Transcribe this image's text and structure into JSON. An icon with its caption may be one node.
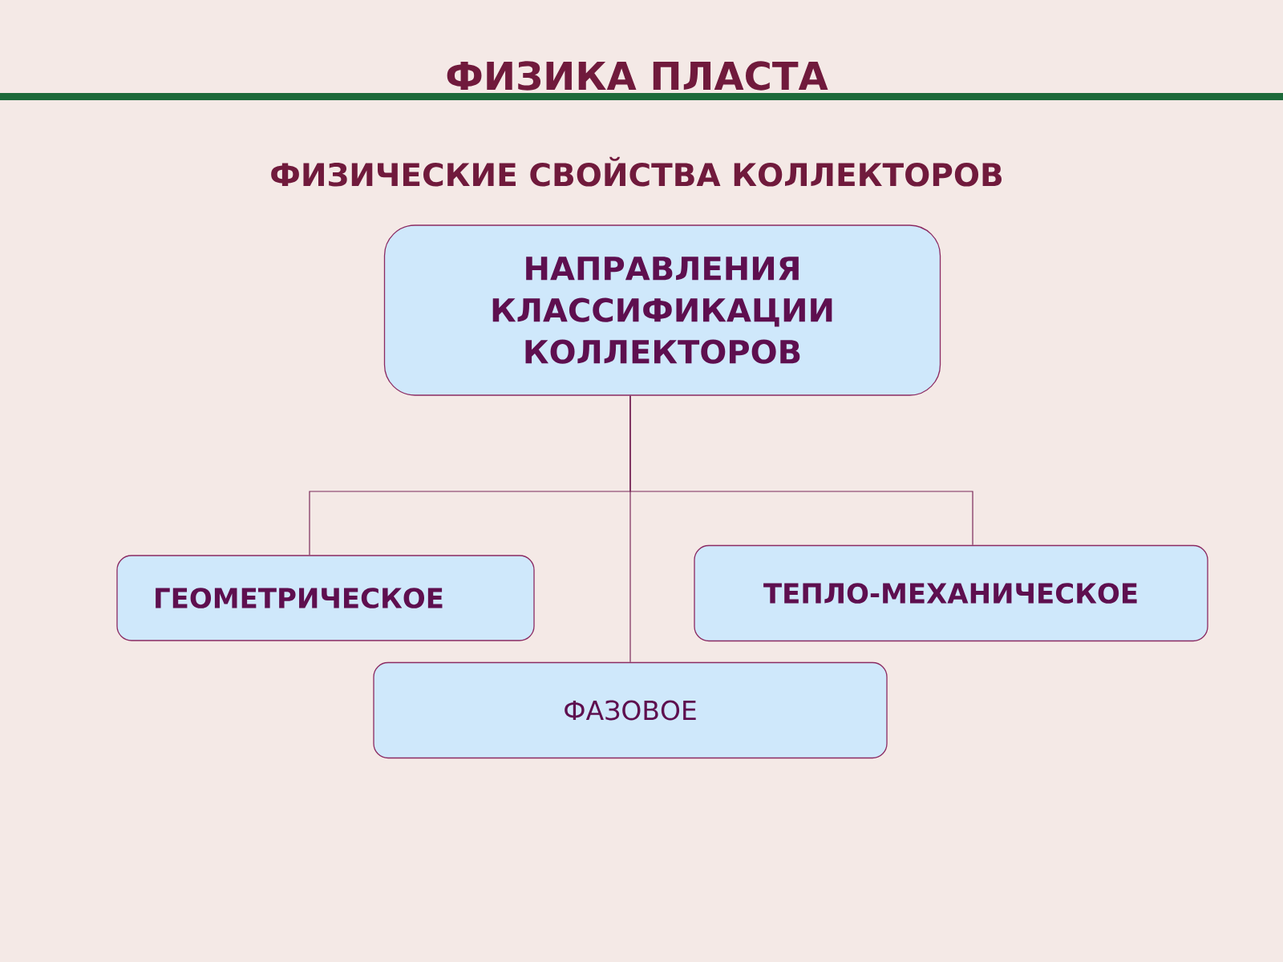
{
  "diagram": {
    "title": "ФИЗИКА ПЛАСТА",
    "nodes": [
      {
        "text": [
          "НАПРАВЛЕНИЯ КЛАССИФИКАЦИИ КОЛЛЕКТОРОВ"
        ]
      },
      {
        "text": [
          "ГЕОМЕТРИЧЕСКОЕ"
        ]
      },
      {
        "text": [
          "ТЕПЛО-МЕХАНИЧЕСКОЕ"
        ]
      },
      {
        "text": [
          "ФАЗОВОЕ"
        ]
      }
    ],
    "edges": [
      {
        "from": 0,
        "to": 1,
        "arrow": "none"
      },
      {
        "from": 0,
        "to": 2,
        "arrow": "none"
      },
      {
        "from": 0,
        "to": 3,
        "arrow": "none"
      }
    ],
    "labels": [
      "ФИЗИЧЕСКИЕ СВОЙСТВА КОЛЛЕКТОРОВ"
    ]
  }
}
